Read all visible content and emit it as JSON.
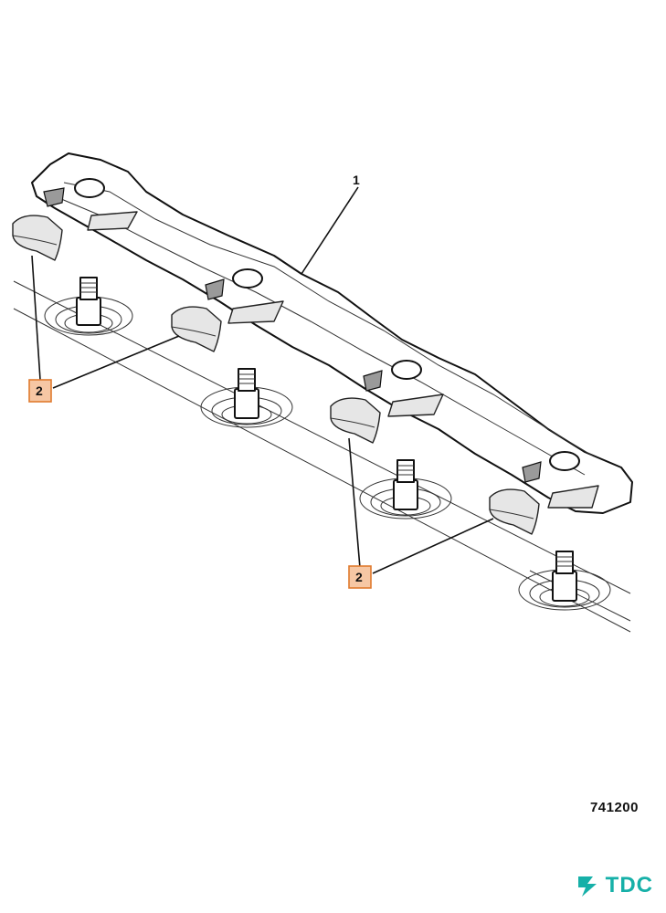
{
  "callouts": {
    "cover": "1",
    "pads_left": "2",
    "pads_right": "2"
  },
  "figure_ref": "741200",
  "logo": {
    "text": "TDC",
    "icon": "tdc-logo-icon",
    "color": "#16b0a8"
  },
  "highlight": {
    "fill": "#f6c7a4",
    "border": "#e07a2e"
  }
}
